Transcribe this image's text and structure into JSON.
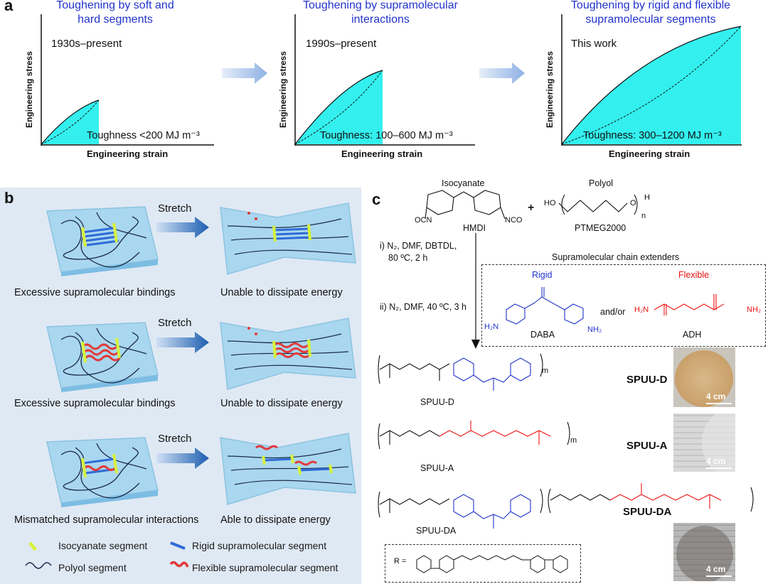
{
  "panel_a": {
    "letter": "a",
    "arrow_color": "#9ab8e6",
    "curve_fill": "#33f0ee",
    "charts": [
      {
        "title": "Toughening  by soft and hard segments",
        "era": "1930s–present",
        "ylabel": "Engineering stress",
        "xlabel": "Engineering strain",
        "toughness": "Toughness <200 MJ m⁻³"
      },
      {
        "title": "Toughening  by supramolecular  interactions",
        "era": "1990s–present",
        "ylabel": "Engineering stress",
        "xlabel": "Engineering strain",
        "toughness": "Toughness: 100–600 MJ m⁻³"
      },
      {
        "title": "Toughening by rigid and flexible supramolecular segments",
        "era": "This work",
        "ylabel": "Engineering stress",
        "xlabel": "Engineering strain",
        "toughness": "Toughness: 300–1200 MJ m⁻³"
      }
    ]
  },
  "panel_b": {
    "letter": "b",
    "background": "#dfe9f4",
    "stretch_label": "Stretch",
    "rows": [
      {
        "left_caption": "Excessive supramolecular bindings",
        "right_caption": "Unable to dissipate energy"
      },
      {
        "left_caption": "Excessive supramolecular bindings",
        "right_caption": "Unable to dissipate energy"
      },
      {
        "left_caption": "Mismatched supramolecular interactions",
        "right_caption": "Able to dissipate energy"
      }
    ],
    "legend": {
      "isocyanate": "Isocyanate segment",
      "polyol": "Polyol segment",
      "rigid": "Rigid supramolecular segment",
      "flexible": "Flexible supramolecular segment"
    }
  },
  "panel_c": {
    "letter": "c",
    "isocyanate_label": "Isocyanate",
    "hmdi": "HMDI",
    "ocn": "OCN",
    "nco": "NCO",
    "plus": "+",
    "polyol_label": "Polyol",
    "ho": "HO",
    "h": "H",
    "n_sub": "n",
    "ptmeg": "PTMEG2000",
    "step1_line1": "i) N₂, DMF, DBTDL,",
    "step1_line2": "80 ºC, 2 h",
    "step2": "ii) N₂, DMF, 40 ºC, 3 h",
    "box_title": "Supramolecular chain extenders",
    "rigid": "Rigid",
    "flexible": "Flexible",
    "and_or": "and/or",
    "daba": "DABA",
    "adh": "ADH",
    "h2n": "H₂N",
    "nh2": "NH₂",
    "products": [
      "SPUU-D",
      "SPUU-A",
      "SPUU-DA"
    ],
    "photo_labels": [
      "SPUU-D",
      "SPUU-A",
      "SPUU-DA"
    ],
    "scale_bar": "4 cm",
    "r_label": "R ="
  }
}
